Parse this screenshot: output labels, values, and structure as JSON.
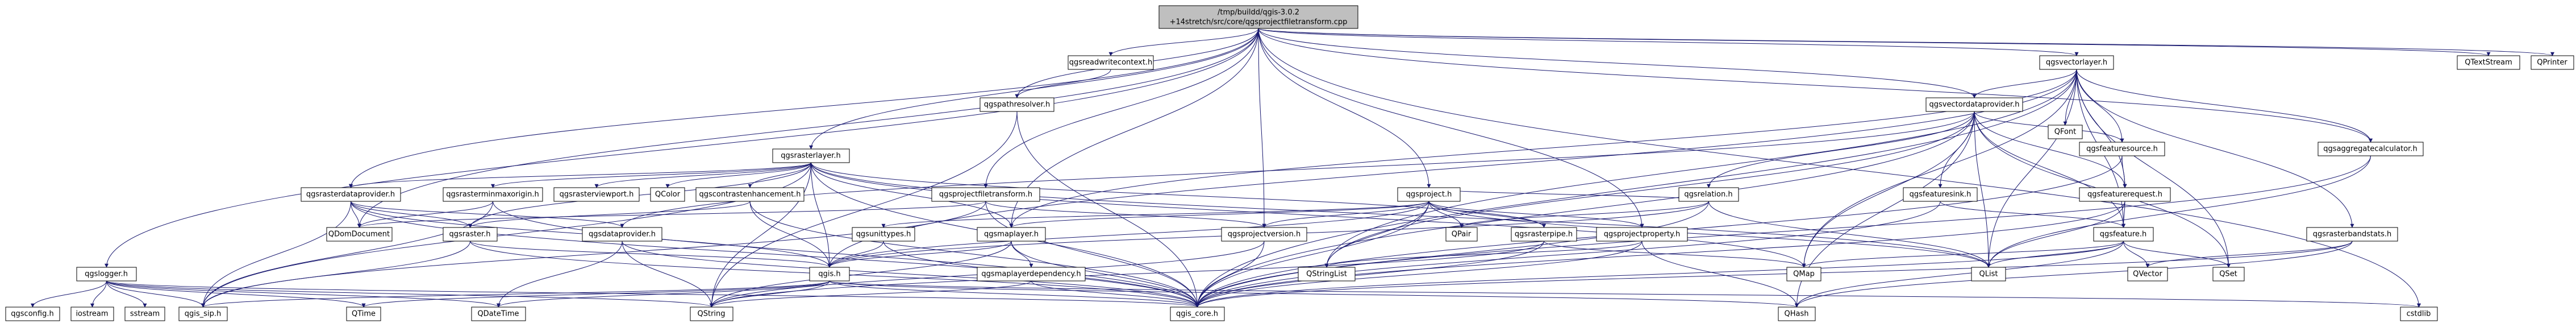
{
  "diagram": {
    "colors": {
      "edge": "#191970",
      "node_border": "#000000",
      "node_fill": "#ffffff",
      "root_fill": "#bfbfbf",
      "link_text": "#000000",
      "red_border": "#ff0000",
      "gray_border": "#bfbfbf"
    },
    "root": {
      "line1": "/tmp/buildd/qgis-3.0.2",
      "line2": "+14stretch/src/core/qgsprojectfiletransform.cpp"
    },
    "nodes": {
      "qgsreadwritecontext": "qgsreadwritecontext.h",
      "qgspathresolver": "qgspathresolver.h",
      "qgsrasterlayer": "qgsrasterlayer.h",
      "qgsvectorlayer": "qgsvectorlayer.h",
      "qgsvectordataprovider": "qgsvectordataprovider.h",
      "qgsaggregatecalculator": "qgsaggregatecalculator.h",
      "qgsfeaturesource": "qgsfeaturesource.h",
      "qgsfeaturerequest": "qgsfeaturerequest.h",
      "qgsfeaturesink": "qgsfeaturesink.h",
      "qgsfeature": "qgsfeature.h",
      "qgsrelation": "qgsrelation.h",
      "qgsproject": "qgsproject.h",
      "qgsprojectfiletransform": "qgsprojectfiletransform.h",
      "qgsrasterdataprovider": "qgsrasterdataprovider.h",
      "qgsrasterminmaxorigin": "qgsrasterminmaxorigin.h",
      "qgsrasterviewport": "qgsrasterviewport.h",
      "qgscontrastenhancement": "qgscontrastenhancement.h",
      "qgsrasterpipe": "qgsrasterpipe.h",
      "qgsrasterbandstats": "qgsrasterbandstats.h",
      "qgsraster": "qgsraster.h",
      "qgsdataprovider": "qgsdataprovider.h",
      "qgsmaplayer": "qgsmaplayer.h",
      "qgsmaplayerdependency": "qgsmaplayerdependency.h",
      "qgsunittypes": "qgsunittypes.h",
      "qgis": "qgis.h",
      "qgsprojectversion": "qgsprojectversion.h",
      "qgsprojectproperty": "qgsprojectproperty.h",
      "qgslogger": "qgslogger.h",
      "qgis_core": "qgis_core.h",
      "qgis_sip": "qgis_sip.h",
      "qgsconfig": "qgsconfig.h",
      "iostream": "iostream",
      "sstream": "sstream",
      "QTime": "QTime",
      "QDateTime": "QDateTime",
      "QString": "QString",
      "QStringList": "QStringList",
      "QHash": "QHash",
      "cstdlib": "cstdlib",
      "QMap": "QMap",
      "QList": "QList",
      "QSet": "QSet",
      "QVector": "QVector",
      "QPair": "QPair",
      "QDomDocument": "QDomDocument",
      "QColor": "QColor",
      "QFont": "QFont",
      "QTextStream": "QTextStream",
      "QPrinter": "QPrinter"
    }
  }
}
